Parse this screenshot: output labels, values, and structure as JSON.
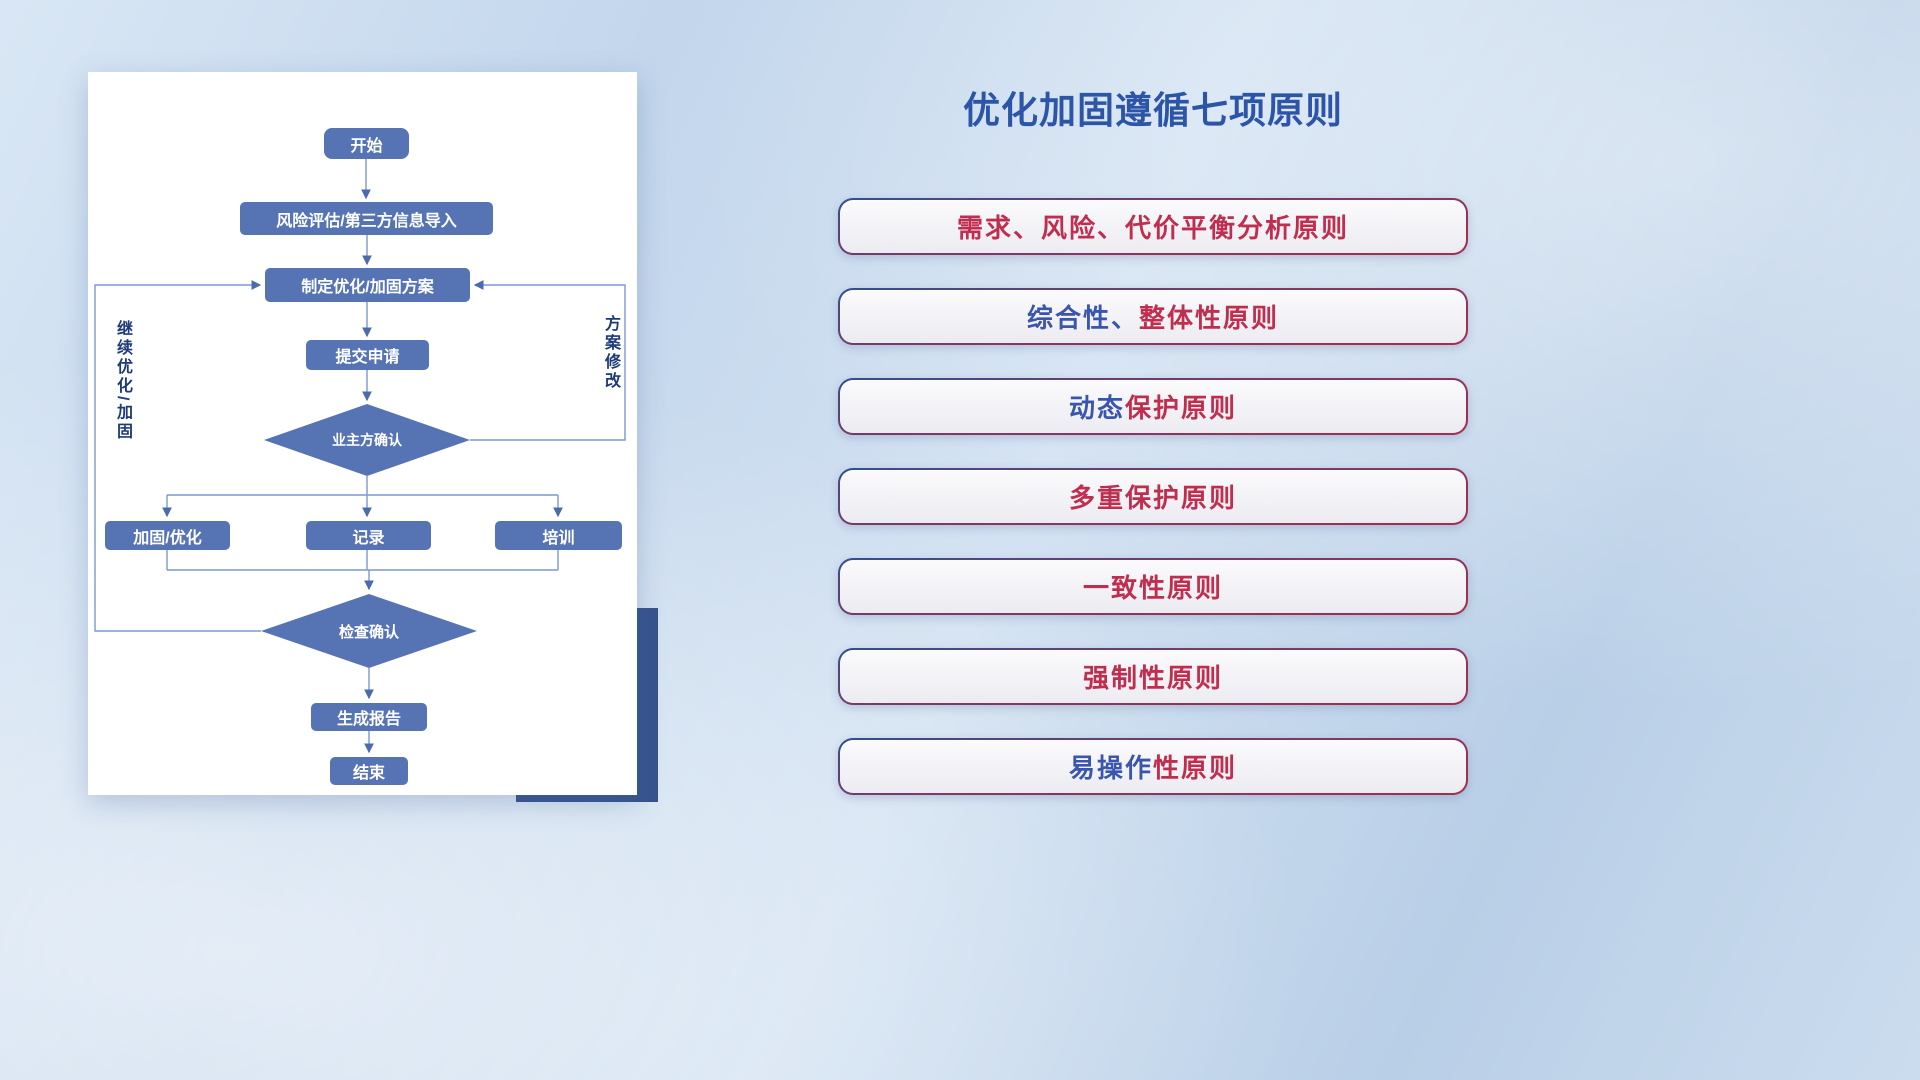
{
  "flowchart": {
    "nodes": {
      "start": "开始",
      "risk_assessment": "风险评估/第三方信息导入",
      "make_plan": "制定优化/加固方案",
      "submit_request": "提交申请",
      "owner_confirm": "业主方确认",
      "reinforce_optimize": "加固/优化",
      "record": "记录",
      "training": "培训",
      "check_confirm": "检查确认",
      "generate_report": "生成报告",
      "end": "结束"
    },
    "loop_labels": {
      "continue_optimize": "继续优化/加固",
      "plan_revise": "方案修改"
    }
  },
  "panel": {
    "title": "优化加固遵循七项原则",
    "principles": [
      {
        "blue": "",
        "red": "需求、风险、代价平衡分析原则"
      },
      {
        "blue": "综合性、",
        "red": "整体性原则"
      },
      {
        "blue": "动态",
        "red": "保护原则"
      },
      {
        "blue": "",
        "red": "多重保护原则"
      },
      {
        "blue": "",
        "red": "一致性原则"
      },
      {
        "blue": "",
        "red": "强制性原则"
      },
      {
        "blue": "易操作",
        "red": "性原则"
      }
    ]
  },
  "colors": {
    "node_fill": "#5673b4",
    "connector_line": "#7c98d0",
    "arrowhead": "#4a6cae",
    "title_blue": "#2c55a7",
    "principle_red": "#bf2e4e",
    "principle_blue": "#3a55ad",
    "loop_label_navy": "#1d3b78",
    "accent_block_navy": "#36538e",
    "card_white": "#ffffff"
  }
}
